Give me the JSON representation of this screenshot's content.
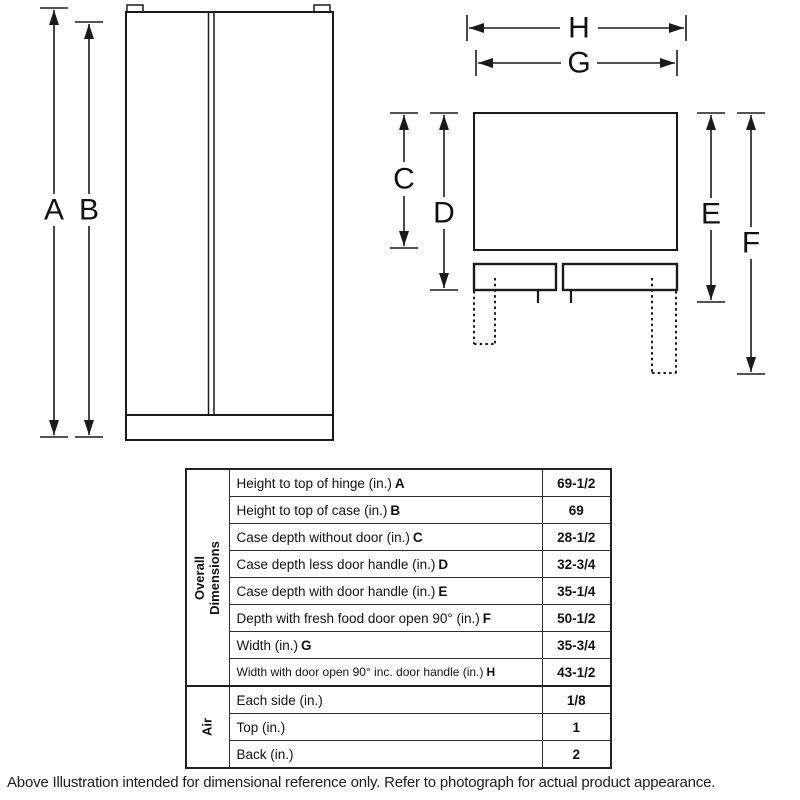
{
  "diagram": {
    "line_color": "#1a1a1a",
    "front_view": {
      "label_a": "A",
      "label_b": "B"
    },
    "top_view": {
      "label_c": "C",
      "label_d": "D",
      "label_e": "E",
      "label_f": "F",
      "label_g": "G",
      "label_h": "H"
    }
  },
  "table": {
    "groups": [
      {
        "name": "Overall Dimensions"
      },
      {
        "name": "Air"
      }
    ],
    "rows": [
      {
        "label": "Height to top of hinge (in.)",
        "letter": "A",
        "value": "69-1/2"
      },
      {
        "label": "Height to top of case (in.)",
        "letter": "B",
        "value": "69"
      },
      {
        "label": "Case depth without door (in.)",
        "letter": "C",
        "value": "28-1/2"
      },
      {
        "label": "Case depth less door handle (in.)",
        "letter": "D",
        "value": "32-3/4"
      },
      {
        "label": "Case depth with door handle (in.)",
        "letter": "E",
        "value": "35-1/4"
      },
      {
        "label": "Depth with fresh food door open 90° (in.)",
        "letter": "F",
        "value": "50-1/2"
      },
      {
        "label": "Width (in.)",
        "letter": "G",
        "value": "35-3/4"
      },
      {
        "label": "Width with door open 90° inc. door handle (in.)",
        "letter": "H",
        "value": "43-1/2"
      },
      {
        "label": "Each side (in.)",
        "letter": "",
        "value": "1/8"
      },
      {
        "label": "Top (in.)",
        "letter": "",
        "value": "1"
      },
      {
        "label": "Back (in.)",
        "letter": "",
        "value": "2"
      }
    ]
  },
  "caption": "Above Illustration intended for dimensional reference only. Refer to photograph for actual product appearance."
}
